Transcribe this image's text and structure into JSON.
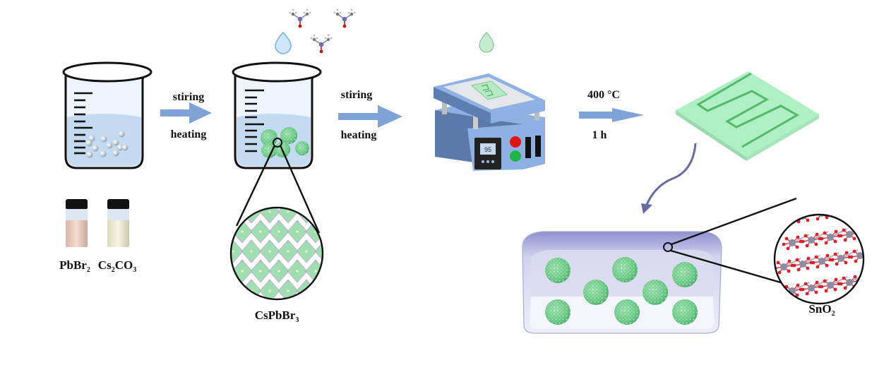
{
  "diagram": {
    "title": "CsPbBr3 / SnO2 sensor fabrication scheme",
    "step1": {
      "arrow_top": "stiring",
      "arrow_bottom": "heating"
    },
    "step2": {
      "arrow_top": "stiring",
      "arrow_bottom": "heating"
    },
    "step3": {
      "arrow_top": "400 °C",
      "arrow_bottom": "1 h"
    },
    "precursors": [
      {
        "name": "PbBr",
        "sub": "2",
        "color": "#efcfc2"
      },
      {
        "name": "Cs",
        "sub": "2",
        "name2": "CO",
        "sub2": "3",
        "color": "#f1f0d8"
      }
    ],
    "product_label": {
      "main": "CsPbBr",
      "sub": "3"
    },
    "matrix_label": {
      "main": "SnO",
      "sub": "2"
    },
    "hotplate_display": "95",
    "colors": {
      "arrow": "#7fa3d6",
      "solution": "#c6dcf0",
      "nanocrystal": "#7fd79a",
      "electrode": "#aef0c4",
      "electrode_line": "#55b86b",
      "hotplate_body": "#8fb0e3",
      "hotplate_dark": "#5e7db0",
      "tray": "#a7a8dc",
      "curve_arrow": "#6a6aa3",
      "sn_atom": "#8e8ca3",
      "o_atom": "#e01e2a"
    },
    "particles_in_tray": 8
  }
}
